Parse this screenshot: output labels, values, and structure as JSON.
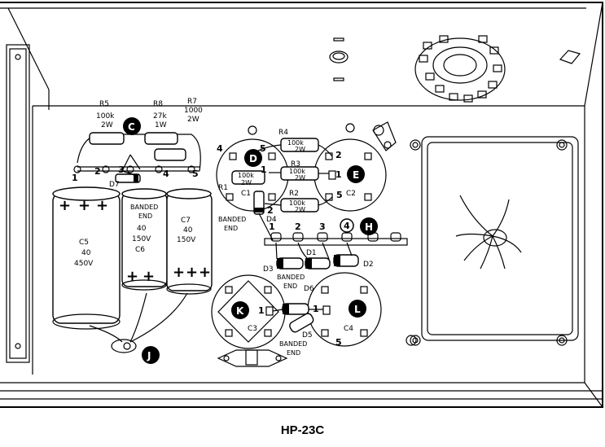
{
  "caption": "HP-23C",
  "resistors": [
    {
      "ref": "R5",
      "value": "100k",
      "power": "2W"
    },
    {
      "ref": "R8",
      "value": "27k",
      "power": "1W"
    },
    {
      "ref": "R7",
      "value": "1000",
      "power": "2W"
    },
    {
      "ref": "R4",
      "value": "100k",
      "power": "2W"
    },
    {
      "ref": "R3",
      "value": "100k",
      "power": "2W"
    },
    {
      "ref": "R1",
      "value": "100k",
      "power": "2W"
    },
    {
      "ref": "R2",
      "value": "100k",
      "power": "2W"
    }
  ],
  "capacitors": [
    {
      "ref": "C5",
      "value": "40",
      "voltage": "450V"
    },
    {
      "ref": "C6",
      "value": "40",
      "voltage": "150V"
    },
    {
      "ref": "C7",
      "value": "40",
      "voltage": "150V"
    },
    {
      "ref": "C1"
    },
    {
      "ref": "C2"
    },
    {
      "ref": "C3"
    },
    {
      "ref": "C4"
    }
  ],
  "diodes": [
    "D1",
    "D2",
    "D3",
    "D4",
    "D5",
    "D6",
    "D7"
  ],
  "banded_end_text": [
    "BANDED",
    "END"
  ],
  "points": [
    "C",
    "D",
    "E",
    "H",
    "J",
    "K",
    "L"
  ],
  "lug_numbers": [
    "1",
    "2",
    "3",
    "4",
    "5"
  ],
  "strip_h_numbers": [
    "1",
    "2",
    "3",
    "4"
  ]
}
